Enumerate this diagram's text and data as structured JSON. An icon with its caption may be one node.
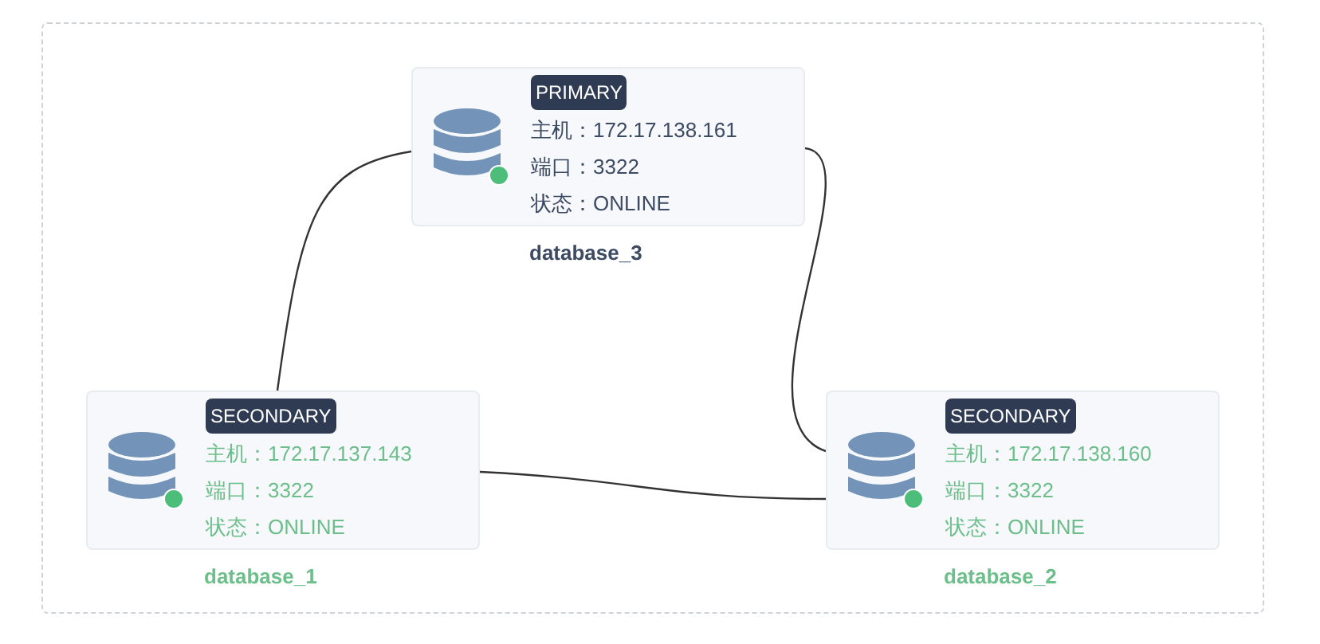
{
  "diagram": {
    "nodes": [
      {
        "text": [
          "PRIMARY",
          "主机：172.17.138.161",
          "端口：3322",
          "状态：ONLINE"
        ],
        "beside": [
          "database_3"
        ]
      },
      {
        "text": [
          "SECONDARY",
          "主机：172.17.137.143",
          "端口：3322",
          "状态：ONLINE"
        ],
        "beside": [
          "database_1"
        ]
      },
      {
        "text": [
          "SECONDARY",
          "主机：172.17.138.160",
          "端口：3322",
          "状态：ONLINE"
        ],
        "beside": [
          "database_2"
        ]
      }
    ],
    "edges": [
      {
        "from": 0,
        "to": 1,
        "arrow": "none"
      },
      {
        "from": 0,
        "to": 2,
        "arrow": "none"
      },
      {
        "from": 1,
        "to": 2,
        "arrow": "none"
      }
    ]
  }
}
